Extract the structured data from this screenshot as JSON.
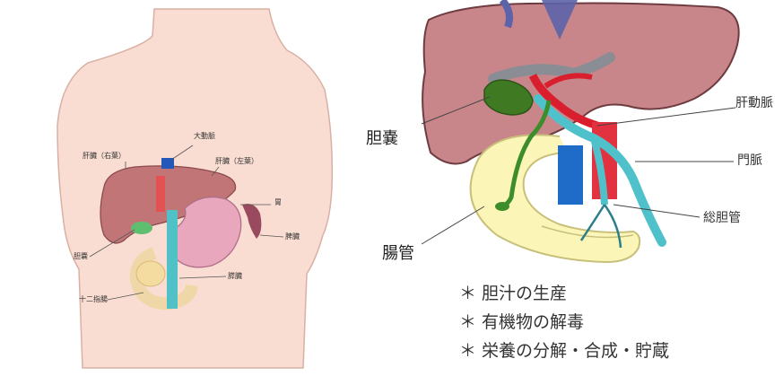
{
  "left_labels": {
    "aorta": "大動脈",
    "liver_right": "肝臓（右葉）",
    "liver_left": "肝臓（左葉）",
    "stomach": "胃",
    "spleen": "脾臓",
    "gallbladder": "胆嚢",
    "pancreas": "膵臓",
    "duodenum": "十二指腸"
  },
  "right_labels": {
    "gallbladder": "胆嚢",
    "hepatic_artery": "肝動脈",
    "portal_vein": "門脈",
    "bile_duct": "総胆管",
    "duodenum": "腸管"
  },
  "functions": [
    "＊ 胆汁の生産",
    "＊ 有機物の解毒",
    "＊ 栄養の分解・合成・貯蔵"
  ]
}
